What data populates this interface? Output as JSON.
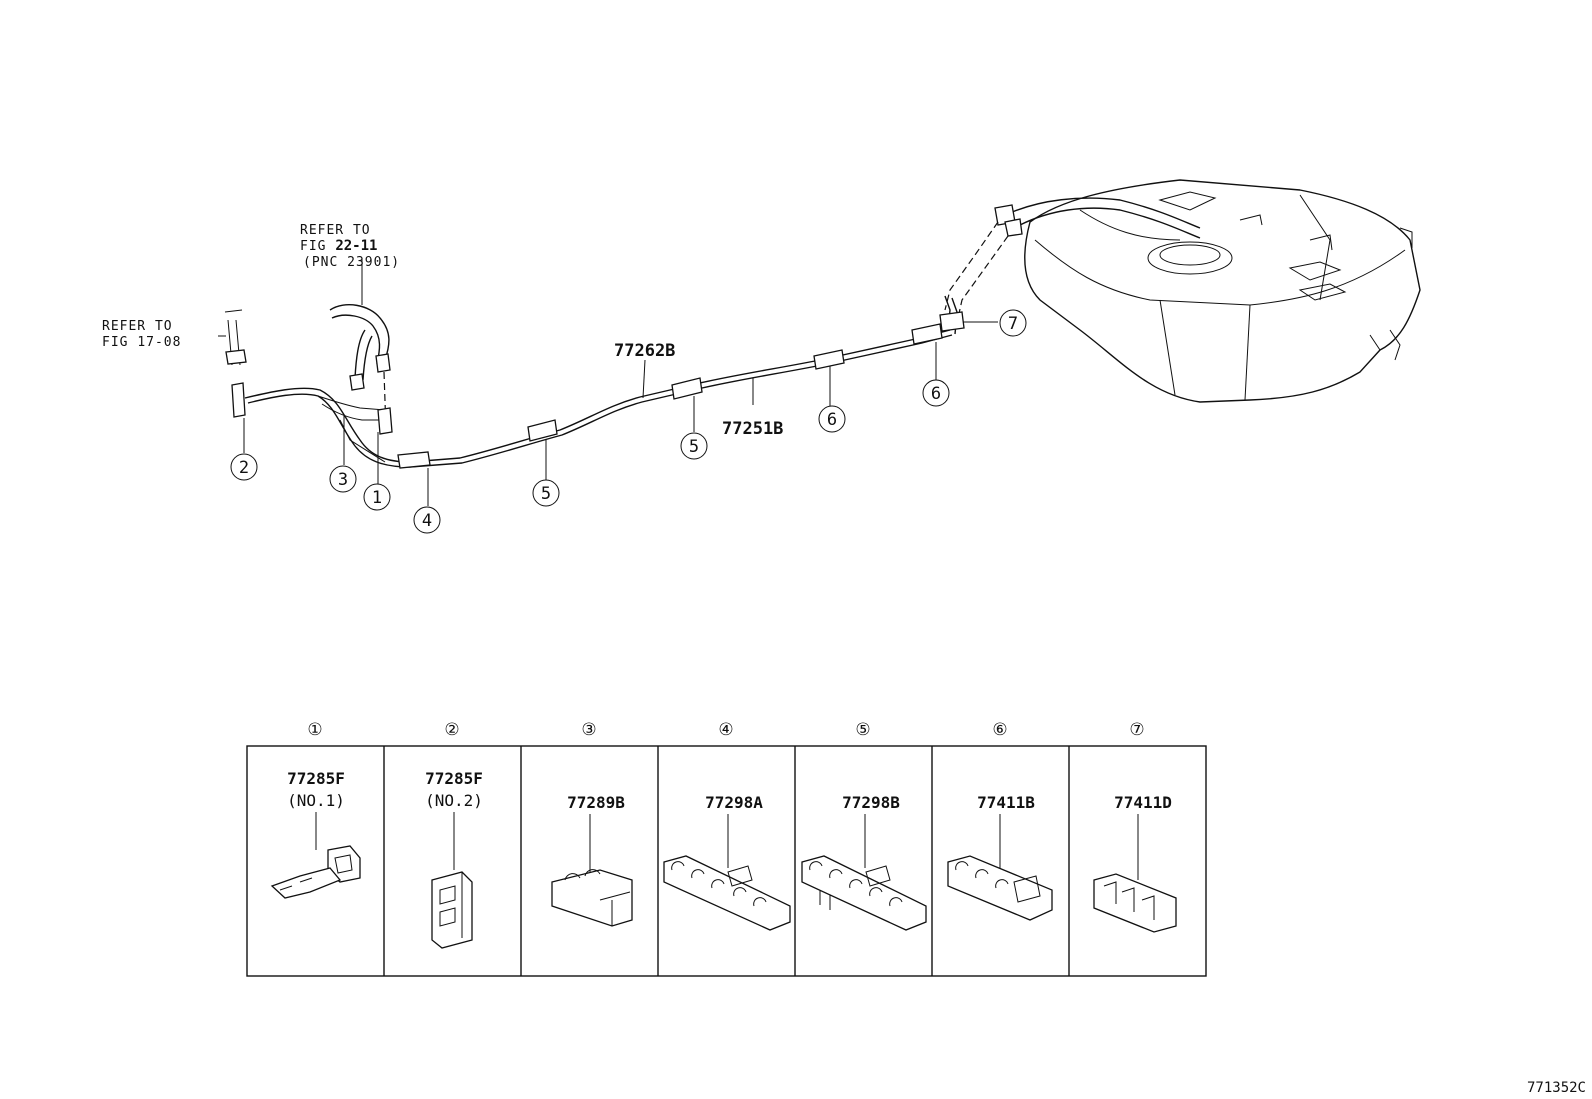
{
  "references": [
    {
      "line1": "REFER TO",
      "line2_prefix": "FIG ",
      "line2_bold": "22-11",
      "line3": "(PNC 23901)"
    },
    {
      "line1": "REFER TO",
      "line2_prefix": "FIG ",
      "line2_bold": "17-08"
    }
  ],
  "part_labels": {
    "upper_line": "77262B",
    "lower_line": "77251B"
  },
  "callouts": [
    "①",
    "②",
    "③",
    "④",
    "⑤",
    "⑥",
    "⑦"
  ],
  "table": {
    "columns": [
      {
        "num": "①",
        "code": "77285F",
        "sub": "(NO.1)"
      },
      {
        "num": "②",
        "code": "77285F",
        "sub": "(NO.2)"
      },
      {
        "num": "③",
        "code": "77289B",
        "sub": ""
      },
      {
        "num": "④",
        "code": "77298A",
        "sub": ""
      },
      {
        "num": "⑤",
        "code": "77298B",
        "sub": ""
      },
      {
        "num": "⑥",
        "code": "77411B",
        "sub": ""
      },
      {
        "num": "⑦",
        "code": "77411D",
        "sub": ""
      }
    ]
  },
  "figure_id": "771352C"
}
